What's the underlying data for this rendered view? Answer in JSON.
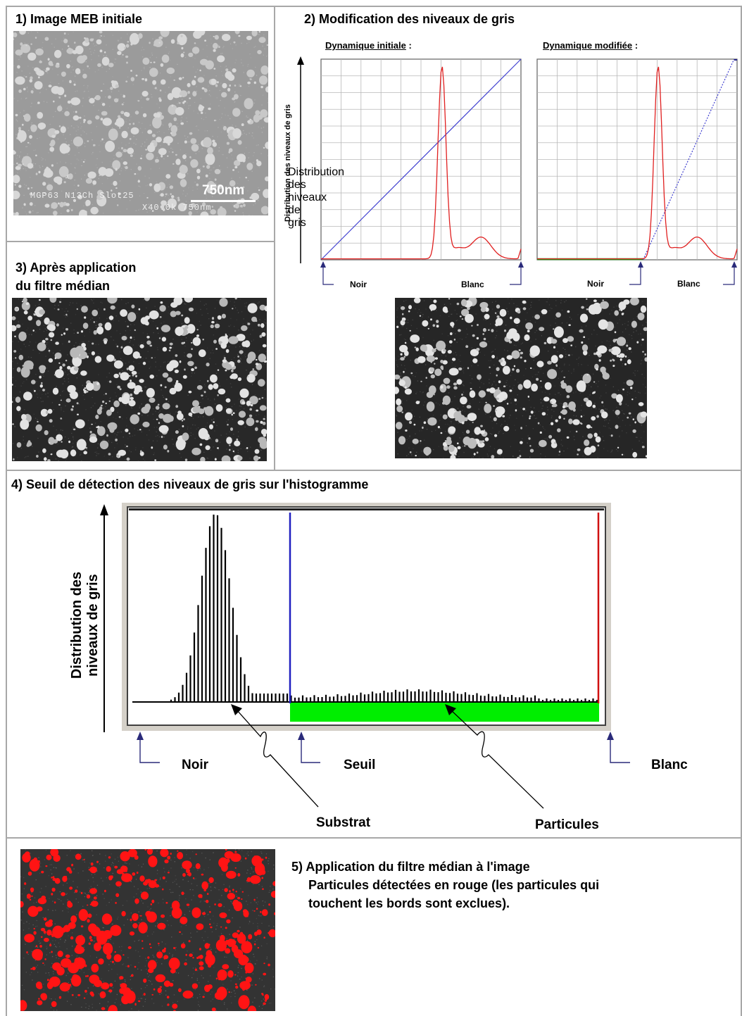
{
  "panel1": {
    "title": "1) Image MEB initiale",
    "scale_bar": "750nm",
    "info_line1": "MGP63 N13Ch Slot25",
    "info_line2": "X40.0k 750nm"
  },
  "panel2": {
    "title": "2) Modification des niveaux de gris",
    "left_label": "Dynamique initiale",
    "left_colon": " :",
    "right_label": "Dynamique modifiée",
    "right_colon": " :",
    "y_axis_label": "Distribution des niveaux de gris",
    "noir_1": "Noir",
    "blanc_1": "Blanc",
    "noir_2": "Noir",
    "blanc_2": "Blanc"
  },
  "panel3": {
    "title_line1": "3) Après application",
    "title_line2": "du filtre médian"
  },
  "panel4": {
    "title": "4) Seuil de détection des niveaux de gris sur l'histogramme",
    "y_axis_line1": "Distribution des",
    "y_axis_line2": "niveaux de gris",
    "noir": "Noir",
    "seuil": "Seuil",
    "blanc": "Blanc",
    "substrat": "Substrat",
    "particules": "Particules"
  },
  "panel5": {
    "line1": "5) Application du filtre médian à l'image",
    "line2": "Particules détectées en rouge (les particules qui",
    "line3": "touchent les bords sont exclues)."
  },
  "colors": {
    "frame": "#a8a8a8",
    "threshold_line": "#2020c0",
    "white_line": "#d01010",
    "particles_band": "#00ee00",
    "grid": "#b0b0b0",
    "histogram_curve": "#e02020",
    "transfer_line": "#4040d0",
    "detected": "#ff0000"
  }
}
